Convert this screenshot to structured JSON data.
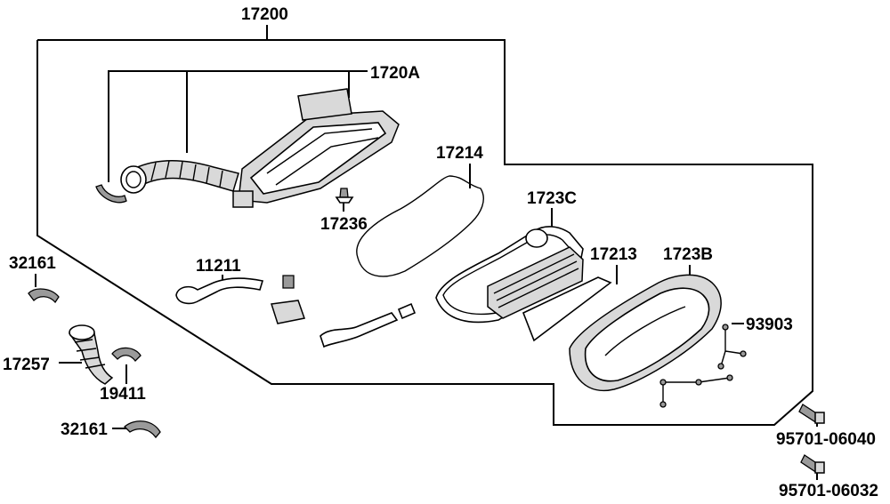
{
  "labels": {
    "assembly": "17200",
    "upper_case": "1720A",
    "element_gasket": "17214",
    "plug": "17236",
    "lower_case": "1723C",
    "element": "17213",
    "cover": "1723B",
    "tube": "11211",
    "screw": "93903",
    "band_top": "32161",
    "duct": "17257",
    "clamp": "19411",
    "band_bottom": "32161",
    "bolt_1": "95701-06040",
    "bolt_2": "95701-06032"
  }
}
